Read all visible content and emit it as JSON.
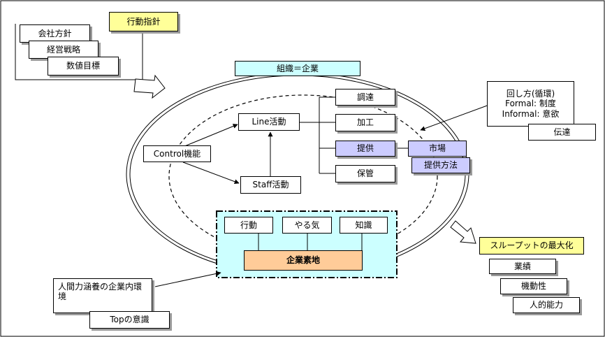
{
  "guideline": {
    "title": "行動指針",
    "items": [
      "会社方針",
      "経営戦略",
      "数値目標"
    ]
  },
  "organization": "組織＝企業",
  "control": "Control機能",
  "line": "Line活動",
  "staff": "Staff活動",
  "line_functions": [
    "調達",
    "加工",
    "提供",
    "保管"
  ],
  "market": "市場",
  "delivery_method": "提供方法",
  "rotation": {
    "title": "回し方(循環)",
    "formal": "Formal: 制度",
    "informal": "Informal: 意欲"
  },
  "transmission": "伝達",
  "elements": [
    "行動",
    "やる気",
    "知識"
  ],
  "base": "企業素地",
  "environment": {
    "text": "人間力涵養の企業内環境",
    "top": "Topの意識"
  },
  "throughput": {
    "title": "スループットの最大化",
    "items": [
      "業績",
      "機動性",
      "人的能力"
    ]
  },
  "colors": {
    "yellow": "#ffff99",
    "teal": "#ccffff",
    "lilac": "#ccccff",
    "orange": "#ffcc99"
  }
}
